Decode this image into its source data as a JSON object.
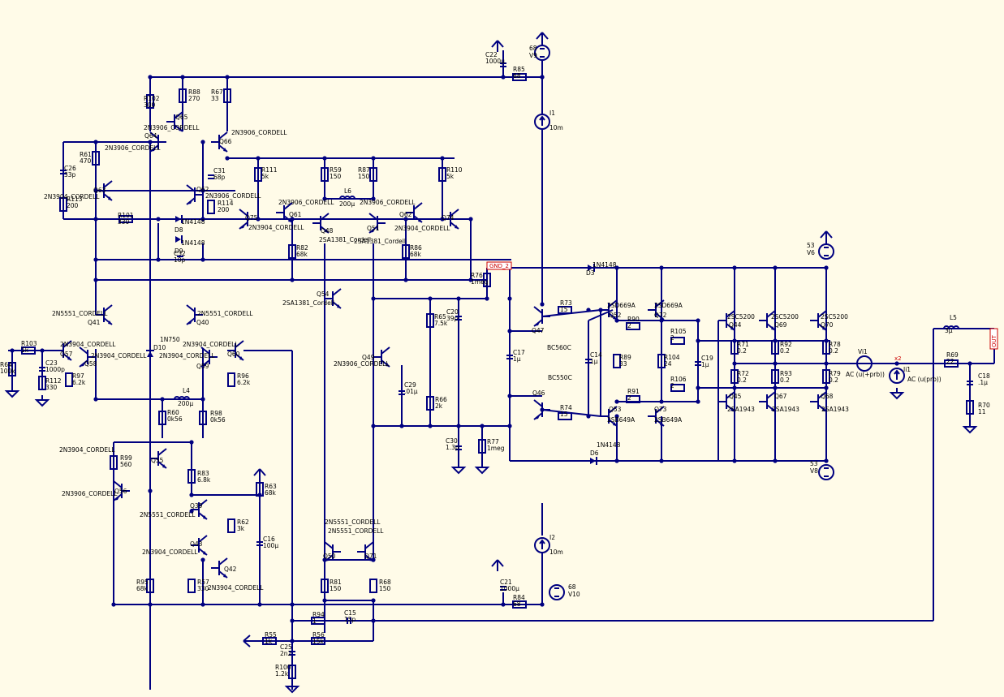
{
  "colors": {
    "background": "#fffbe8",
    "wire": "#000080",
    "label": "#000000",
    "flag": "#cc0000"
  },
  "resistors": [
    {
      "ref": "R102",
      "value": "300"
    },
    {
      "ref": "R88",
      "value": "270"
    },
    {
      "ref": "R67",
      "value": "33"
    },
    {
      "ref": "R61",
      "value": "470"
    },
    {
      "ref": "R113",
      "value": "200"
    },
    {
      "ref": "R101",
      "value": "330"
    },
    {
      "ref": "R114",
      "value": "200"
    },
    {
      "ref": "R111",
      "value": "5k"
    },
    {
      "ref": "R59",
      "value": "150"
    },
    {
      "ref": "R87",
      "value": "150"
    },
    {
      "ref": "R110",
      "value": "5k"
    },
    {
      "ref": "R82",
      "value": "68k"
    },
    {
      "ref": "R86",
      "value": "68k"
    },
    {
      "ref": "R103",
      "value": "1k"
    },
    {
      "ref": "R64",
      "value": "100k"
    },
    {
      "ref": "R112",
      "value": "330"
    },
    {
      "ref": "R97",
      "value": "6.2k"
    },
    {
      "ref": "R96",
      "value": "6.2k"
    },
    {
      "ref": "R60",
      "value": "0k56"
    },
    {
      "ref": "R98",
      "value": "0k56"
    },
    {
      "ref": "R99",
      "value": "560"
    },
    {
      "ref": "R83",
      "value": "6.8k"
    },
    {
      "ref": "R63",
      "value": "68k"
    },
    {
      "ref": "R62",
      "value": "3k"
    },
    {
      "ref": "R95",
      "value": "68k"
    },
    {
      "ref": "R57",
      "value": "330"
    },
    {
      "ref": "R81",
      "value": "150"
    },
    {
      "ref": "R68",
      "value": "150"
    },
    {
      "ref": "R94",
      "value": "1"
    },
    {
      "ref": "R55",
      "value": "1k"
    },
    {
      "ref": "R56",
      "value": "15k"
    },
    {
      "ref": "R100",
      "value": "1.2k"
    },
    {
      "ref": "R85",
      "value": "68"
    },
    {
      "ref": "R84",
      "value": "68"
    },
    {
      "ref": "R76",
      "value": "1meg"
    },
    {
      "ref": "R65",
      "value": "7.5k"
    },
    {
      "ref": "R66",
      "value": "2k"
    },
    {
      "ref": "R77",
      "value": "1meg"
    },
    {
      "ref": "R73",
      "value": "15"
    },
    {
      "ref": "R74",
      "value": "15"
    },
    {
      "ref": "R90",
      "value": "2"
    },
    {
      "ref": "R91",
      "value": "2"
    },
    {
      "ref": "R89",
      "value": "33"
    },
    {
      "ref": "R104",
      "value": "24"
    },
    {
      "ref": "R105",
      "value": "2"
    },
    {
      "ref": "R106",
      "value": "2"
    },
    {
      "ref": "R71",
      "value": "0.2"
    },
    {
      "ref": "R72",
      "value": "0.2"
    },
    {
      "ref": "R92",
      "value": "0.2"
    },
    {
      "ref": "R93",
      "value": "0.2"
    },
    {
      "ref": "R78",
      "value": "0.2"
    },
    {
      "ref": "R79",
      "value": "0.2"
    },
    {
      "ref": "R69",
      "value": "22"
    },
    {
      "ref": "R70",
      "value": "11"
    }
  ],
  "capacitors": [
    {
      "ref": "C26",
      "value": "33p"
    },
    {
      "ref": "C31",
      "value": "68p"
    },
    {
      "ref": "C32",
      "value": "10p"
    },
    {
      "ref": "C23",
      "value": "1000p"
    },
    {
      "ref": "C16",
      "value": "100µ"
    },
    {
      "ref": "C15",
      "value": "15p"
    },
    {
      "ref": "C25",
      "value": "2n2"
    },
    {
      "ref": "C22",
      "value": "1000µ"
    },
    {
      "ref": "C21",
      "value": "1000µ"
    },
    {
      "ref": "C20",
      "value": "39p"
    },
    {
      "ref": "C29",
      "value": ".01µ"
    },
    {
      "ref": "C30",
      "value": "1.3p"
    },
    {
      "ref": "C17",
      "value": "1µ"
    },
    {
      "ref": "C14",
      "value": "1µ"
    },
    {
      "ref": "C19",
      "value": "1µ"
    },
    {
      "ref": "C18",
      "value": ".1µ"
    }
  ],
  "transistors": [
    {
      "ref": "Q65",
      "part": "2N3906_CORDELL"
    },
    {
      "ref": "Q64",
      "part": "2N3906_CORDELL"
    },
    {
      "ref": "Q66",
      "part": "2N3906_CORDELL"
    },
    {
      "ref": "Q63",
      "part": "2N3904_CORDELL"
    },
    {
      "ref": "Q62",
      "part": "2N3906_CORDELL"
    },
    {
      "ref": "Q75",
      "part": "2N3904_CORDELL"
    },
    {
      "ref": "Q61",
      "part": "2N3906_CORDELL"
    },
    {
      "ref": "Q48",
      "part": "2SA1381_Cordell"
    },
    {
      "ref": "Q51",
      "part": "2SA1381_Cordell"
    },
    {
      "ref": "Q62b",
      "part": "2N3906_CORDELL"
    },
    {
      "ref": "Q74",
      "part": "2N3904_CORDELL"
    },
    {
      "ref": "Q54",
      "part": "2SA1381_Cordell"
    },
    {
      "ref": "Q41",
      "part": "2N5551_CORDELL"
    },
    {
      "ref": "Q40",
      "part": "2N5551_CORDELL"
    },
    {
      "ref": "Q57",
      "part": "2N3904_CORDELL"
    },
    {
      "ref": "Q58",
      "part": "2N3904_CORDELL"
    },
    {
      "ref": "Q59",
      "part": "2N3904_CORDELL"
    },
    {
      "ref": "Q60",
      "part": "2N3904_CORDELL"
    },
    {
      "ref": "Q55",
      "part": "2N3904_CORDELL"
    },
    {
      "ref": "Q56",
      "part": "2N3906_CORDELL"
    },
    {
      "ref": "Q39",
      "part": "2N5551_CORDELL"
    },
    {
      "ref": "Q43",
      "part": "2N3904_CORDELL"
    },
    {
      "ref": "Q42",
      "part": "2N3904_CORDELL"
    },
    {
      "ref": "Q49",
      "part": "2N3906_CORDELL"
    },
    {
      "ref": "Q50",
      "part": "2N5551_CORDELL"
    },
    {
      "ref": "Q71",
      "part": "2N5551_CORDELL"
    },
    {
      "ref": "Q47",
      "part": "BC560C"
    },
    {
      "ref": "Q46",
      "part": "BC550C"
    },
    {
      "ref": "Q52",
      "part": "2SD669A"
    },
    {
      "ref": "Q72",
      "part": "2SD669A"
    },
    {
      "ref": "Q53",
      "part": "2SB649A"
    },
    {
      "ref": "Q73",
      "part": "2SB649A"
    },
    {
      "ref": "Q44",
      "part": "2SC5200"
    },
    {
      "ref": "Q69",
      "part": "2SC5200"
    },
    {
      "ref": "Q70",
      "part": "2SC5200"
    },
    {
      "ref": "Q45",
      "part": "2SA1943"
    },
    {
      "ref": "Q67",
      "part": "2SA1943"
    },
    {
      "ref": "Q68",
      "part": "2SA1943"
    }
  ],
  "diodes": [
    {
      "ref": "D8",
      "part": "1N4148"
    },
    {
      "ref": "D9",
      "part": "1N4148"
    },
    {
      "ref": "D10",
      "part": "1N750"
    },
    {
      "ref": "D3",
      "part": "1N4148"
    },
    {
      "ref": "D6",
      "part": "1N4148"
    }
  ],
  "inductors": [
    {
      "ref": "L6",
      "value": "200µ"
    },
    {
      "ref": "L4",
      "value": "200µ"
    },
    {
      "ref": "L5",
      "value": "3µ"
    }
  ],
  "sources": [
    {
      "ref": "V9",
      "value": "68"
    },
    {
      "ref": "V10",
      "value": "68"
    },
    {
      "ref": "V6",
      "value": "53"
    },
    {
      "ref": "V8",
      "value": "53"
    },
    {
      "ref": "I1",
      "value": "10m"
    },
    {
      "ref": "I2",
      "value": "10m"
    },
    {
      "ref": "Vi1",
      "value": "AC (u(+prb))"
    },
    {
      "ref": "Ii1",
      "value": "AC (u(prb))"
    }
  ],
  "flags": [
    "GND_2",
    "x2",
    "OUT"
  ]
}
